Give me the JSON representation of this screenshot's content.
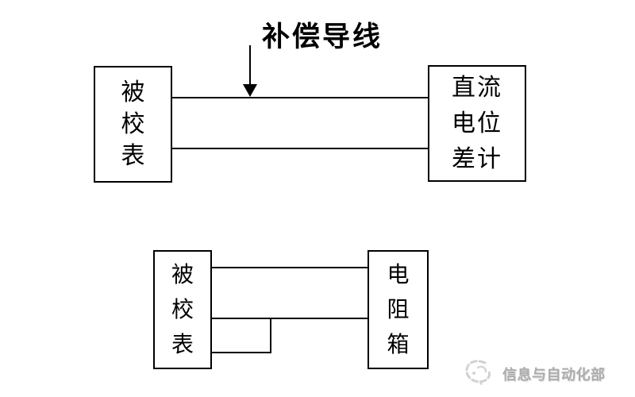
{
  "top_diagram": {
    "caption": "补偿导线",
    "left_box": {
      "line1": "被",
      "line2": "校",
      "line3": "表"
    },
    "right_box": {
      "line1": "直流",
      "line2": "电位",
      "line3": "差计"
    }
  },
  "bottom_diagram": {
    "left_box": {
      "line1": "被",
      "line2": "校",
      "line3": "表"
    },
    "right_box": {
      "line1": "电",
      "line2": "阻",
      "line3": "箱"
    }
  },
  "watermark": {
    "text": "信息与自动化部",
    "logo_icon": "swirl-logo-icon"
  },
  "colors": {
    "line": "#000000",
    "background": "#ffffff",
    "watermark": "#adadad"
  }
}
